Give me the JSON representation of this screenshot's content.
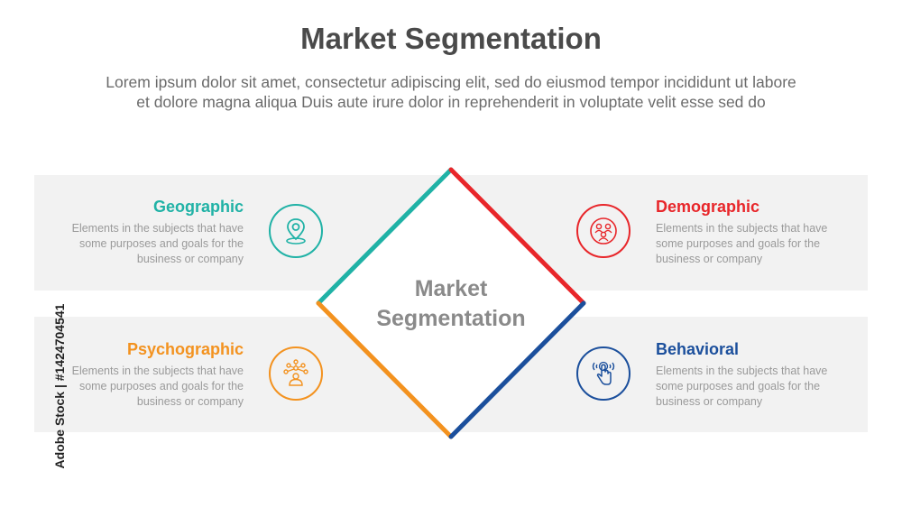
{
  "title": "Market Segmentation",
  "subtitle_line1": "Lorem ipsum dolor sit amet, consectetur adipiscing elit, sed do eiusmod tempor incididunt ut labore",
  "subtitle_line2": "et dolore magna aliqua Duis aute irure dolor in reprehenderit in voluptate velit esse sed do",
  "center": {
    "line1": "Market",
    "line2": "Segmentation"
  },
  "segments": {
    "geographic": {
      "title": "Geographic",
      "line1": "Elements in the subjects that have",
      "line2": "some purposes and goals for the",
      "line3": "business or company",
      "color": "#20b2a6",
      "icon": "location-pin-icon"
    },
    "demographic": {
      "title": "Demographic",
      "line1": "Elements in the subjects that have",
      "line2": "some purposes and goals for the",
      "line3": "business or company",
      "color": "#e8262a",
      "icon": "people-group-icon"
    },
    "psychographic": {
      "title": "Psychographic",
      "line1": "Elements in the subjects that have",
      "line2": "some purposes and goals for the",
      "line3": "business or company",
      "color": "#f3921f",
      "icon": "mind-network-icon"
    },
    "behavioral": {
      "title": "Behavioral",
      "line1": "Elements in the subjects that have",
      "line2": "some purposes and goals for the",
      "line3": "business or company",
      "color": "#1b4f9c",
      "icon": "touch-hand-icon"
    }
  },
  "watermark": "Adobe Stock | #1424704541"
}
